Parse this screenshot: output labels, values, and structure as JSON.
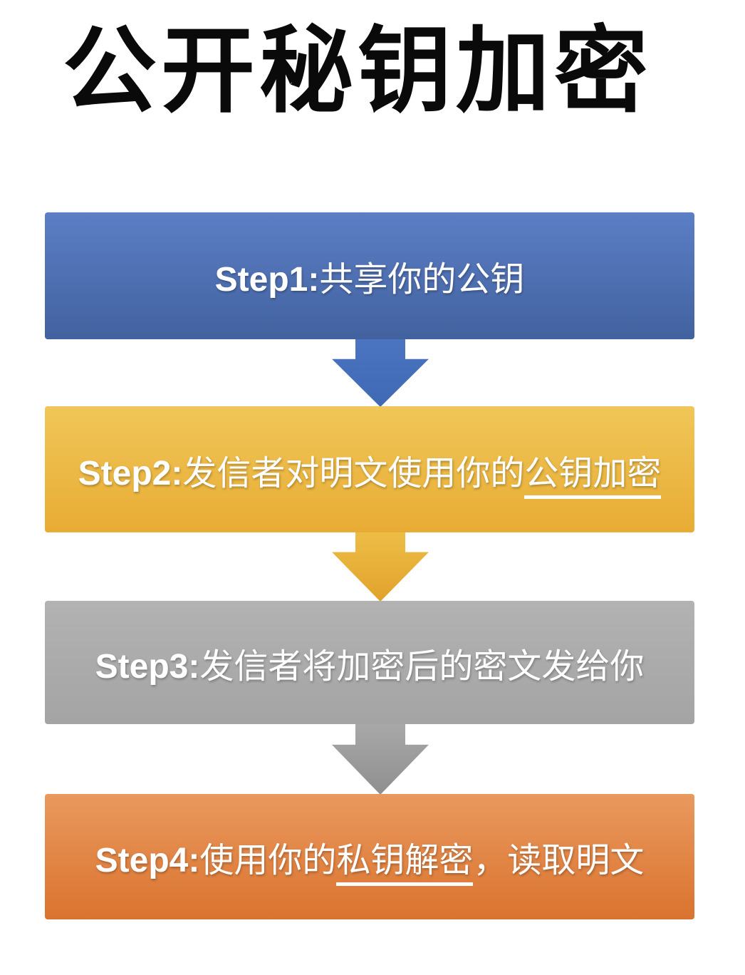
{
  "slide": {
    "title": "公开秘钥加密"
  },
  "steps": [
    {
      "prefix": "Step1:",
      "pre": "共享你的公钥",
      "underlined": "",
      "post": ""
    },
    {
      "prefix": "Step2:",
      "pre": "发信者对明文使用你的",
      "underlined": "公钥加密",
      "post": ""
    },
    {
      "prefix": "Step3:",
      "pre": "发信者将加密后的密文发给你",
      "underlined": "",
      "post": ""
    },
    {
      "prefix": "Step4:",
      "pre": "使用你的",
      "underlined": "私钥解密",
      "post": "，读取明文"
    }
  ],
  "colors": {
    "title": "#0A0A0A",
    "text": "#FFFFFF",
    "step1_box_top": "#5C7EC5",
    "step1_box_bottom": "#42629F",
    "step2_box_top": "#F0C658",
    "step2_box_bottom": "#E8AC34",
    "step3_box_top": "#B2B2B2",
    "step3_box_bottom": "#A4A4A4",
    "step4_box_top": "#E9995E",
    "step4_box_bottom": "#DA732F",
    "arrow1_top": "#4B74C1",
    "arrow1_bottom": "#4069B4",
    "arrow2_top": "#EDBE46",
    "arrow2_bottom": "#E1A22C",
    "arrow3_top": "#A8A8A8",
    "arrow3_bottom": "#8F8F8F"
  }
}
